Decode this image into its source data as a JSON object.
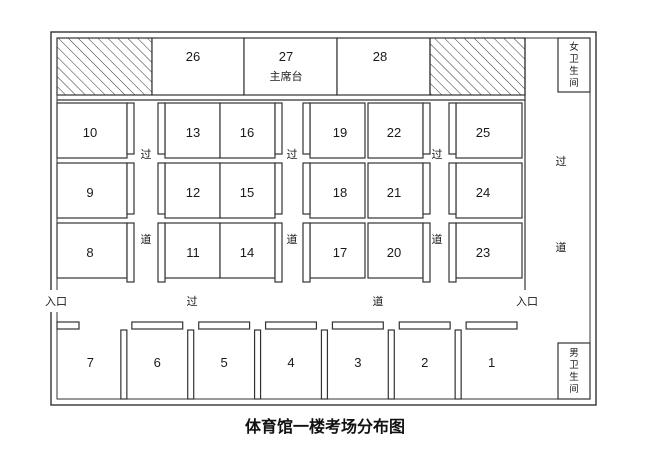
{
  "title": "体育馆一楼考场分布图",
  "stage": {
    "label": "主席台"
  },
  "top_rooms": [
    "26",
    "27",
    "28"
  ],
  "grid": {
    "columns": [
      [
        "10",
        "9",
        "8"
      ],
      [
        "13",
        "12",
        "11"
      ],
      [
        "16",
        "15",
        "14"
      ],
      [
        "19",
        "18",
        "17"
      ],
      [
        "22",
        "21",
        "20"
      ],
      [
        "25",
        "24",
        "23"
      ]
    ]
  },
  "bottom_rooms": [
    "7",
    "6",
    "5",
    "4",
    "3",
    "2",
    "1"
  ],
  "aisles": {
    "vertical": [
      {
        "top": "过",
        "bottom": "道"
      },
      {
        "top": "过",
        "bottom": "道"
      },
      {
        "top": "过",
        "bottom": "道"
      }
    ],
    "horizontal": {
      "left": "过",
      "right": "道"
    },
    "side": {
      "top": "过",
      "bottom": "道"
    }
  },
  "entrances": [
    "入口",
    "入口"
  ],
  "restrooms": {
    "female": [
      "女",
      "卫",
      "生",
      "间"
    ],
    "male": [
      "男",
      "卫",
      "生",
      "间"
    ]
  }
}
